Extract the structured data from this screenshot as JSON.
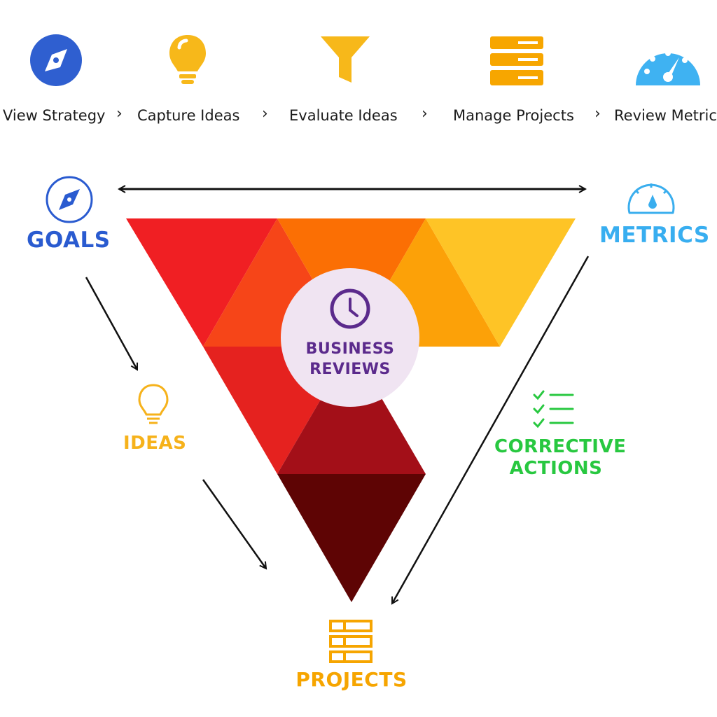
{
  "steps": [
    {
      "label": "View Strategy",
      "icon": "compass-icon"
    },
    {
      "label": "Capture Ideas",
      "icon": "lightbulb-icon"
    },
    {
      "label": "Evaluate Ideas",
      "icon": "funnel-icon"
    },
    {
      "label": "Manage Projects",
      "icon": "server-stack-icon"
    },
    {
      "label": "Review Metrics",
      "icon": "speedometer-icon"
    }
  ],
  "separator": "›",
  "diagram": {
    "goals": {
      "label": "GOALS",
      "color": "#2a5bd0"
    },
    "metrics": {
      "label": "METRICS",
      "color": "#38aef0"
    },
    "ideas": {
      "label": "IDEAS",
      "color": "#f6b21b"
    },
    "corrective": {
      "line1": "CORRECTIVE",
      "line2": "ACTIONS",
      "color": "#28c840"
    },
    "projects": {
      "label": "PROJECTS",
      "color": "#f6a500"
    },
    "center": {
      "line1": "BUSINESS",
      "line2": "REVIEWS",
      "color": "#5b2a8c",
      "bg": "#f0e4f2"
    }
  }
}
